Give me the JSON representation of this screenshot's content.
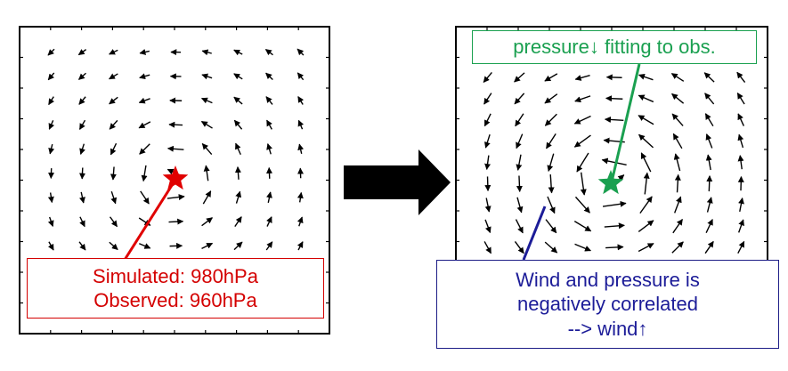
{
  "left_label": {
    "line1": "Simulated: 980hPa",
    "line2": "Observed: 960hPa",
    "color": "#d40000"
  },
  "right_top_label": {
    "text": "pressure↓ fitting to obs.",
    "color": "#1aa050"
  },
  "right_bottom_label": {
    "lines": [
      "Wind and pressure is",
      "negatively correlated",
      "--> wind↑"
    ],
    "color": "#1c1c98"
  },
  "markers": {
    "left_star_color": "#e00000",
    "right_star_color": "#1aa050",
    "arrow_color": "#000000"
  },
  "icons": [
    "star-icon",
    "right-arrow-icon"
  ]
}
